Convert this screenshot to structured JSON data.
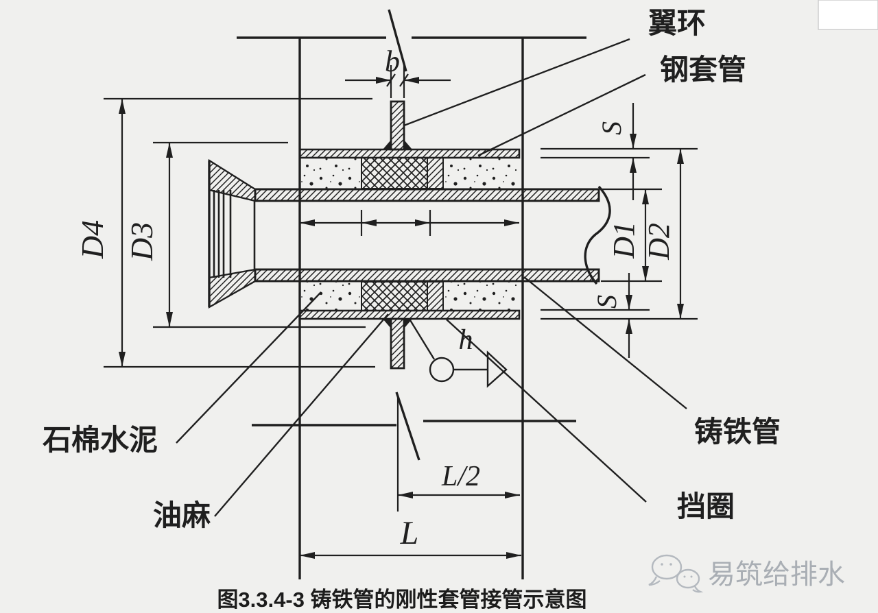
{
  "page": {
    "background": "#f0f0ee",
    "line_color": "#1f1f1f",
    "watermark_color": "#a9aeb4"
  },
  "labels": {
    "wing_ring": "翼环",
    "steel_sleeve": "钢套管",
    "asbestos_cement": "石棉水泥",
    "oakum": "油麻",
    "cast_iron_pipe": "铸铁管",
    "retaining_ring": "挡圈"
  },
  "dims": {
    "b": "b",
    "s_top": "S",
    "s_bottom": "S",
    "d1": "D1",
    "d2": "D2",
    "d3": "D3",
    "d4": "D4",
    "h": "h",
    "half_length": "L/2",
    "length": "L"
  },
  "caption": {
    "text": "图3.3.4-3 铸铁管的刚性套管接管示意图"
  },
  "watermark": {
    "text": "易筑给排水"
  }
}
